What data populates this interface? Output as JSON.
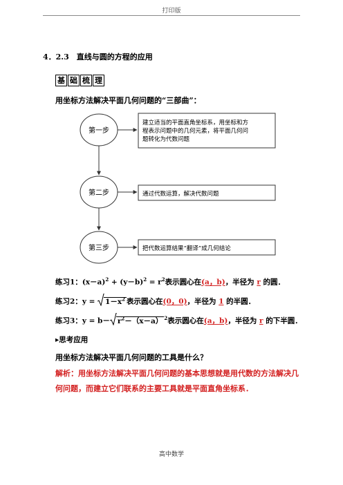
{
  "header": {
    "print_label": "打印版"
  },
  "section": {
    "title": "4．2.3　直线与圆的方程的应用"
  },
  "badge": {
    "chars": [
      "基",
      "础",
      "梳",
      "理"
    ]
  },
  "intro": "用坐标方法解决平面几何问题的“三部曲”：",
  "flowchart": {
    "steps": [
      {
        "label": "第一步",
        "text_lines": [
          "建立适当的平面直角坐标系，用坐标和方",
          "程表示问题中的几何元素，将平面几何问",
          "题转化为代数问题"
        ]
      },
      {
        "label": "第二步",
        "text_lines": [
          "通过代数运算，解决代数问题"
        ]
      },
      {
        "label": "第三步",
        "text_lines": [
          "把代数运算结果“翻译”成几何结论"
        ]
      }
    ]
  },
  "exercises": {
    "ex1": {
      "label": "练习1：",
      "eq_a": "(x－a)",
      "eq_b": " + (y－b)",
      "eq_c": " = r",
      "sq": "2",
      "mid": "表示圆心在",
      "center": "(a，b)",
      "radius_pre": "，半径为 ",
      "radius": "r",
      "end": " 的圆．"
    },
    "ex2": {
      "label": "练习2：",
      "eq_pre": "y = ",
      "rad": "1－x",
      "sq": "2",
      "mid": "表示圆心在",
      "center": "(0，0)",
      "radius_pre": "，半径为 ",
      "radius": "1",
      "end": " 的半圆．"
    },
    "ex3": {
      "label": "练习3：",
      "eq_pre": "y = b－",
      "rad": "r",
      "sq": "2",
      "rad2": "－（x－a）",
      "sq2": "2",
      "mid": "表示圆心在",
      "center": "(a，b)",
      "radius_pre": "，半径为 ",
      "radius": "r",
      "end": " 的下半圆．"
    }
  },
  "think": {
    "title": "▸思考应用"
  },
  "question": "用坐标方法解决平面几何问题的工具是什么？",
  "answer": {
    "label": "解析：",
    "text": "用坐标方法解决平面几何问题的基本思想就是用代数的方法解决几何问题，而建立它们联系的主要工具就是平面直角坐标系．"
  },
  "footer": {
    "label": "高中数学"
  }
}
